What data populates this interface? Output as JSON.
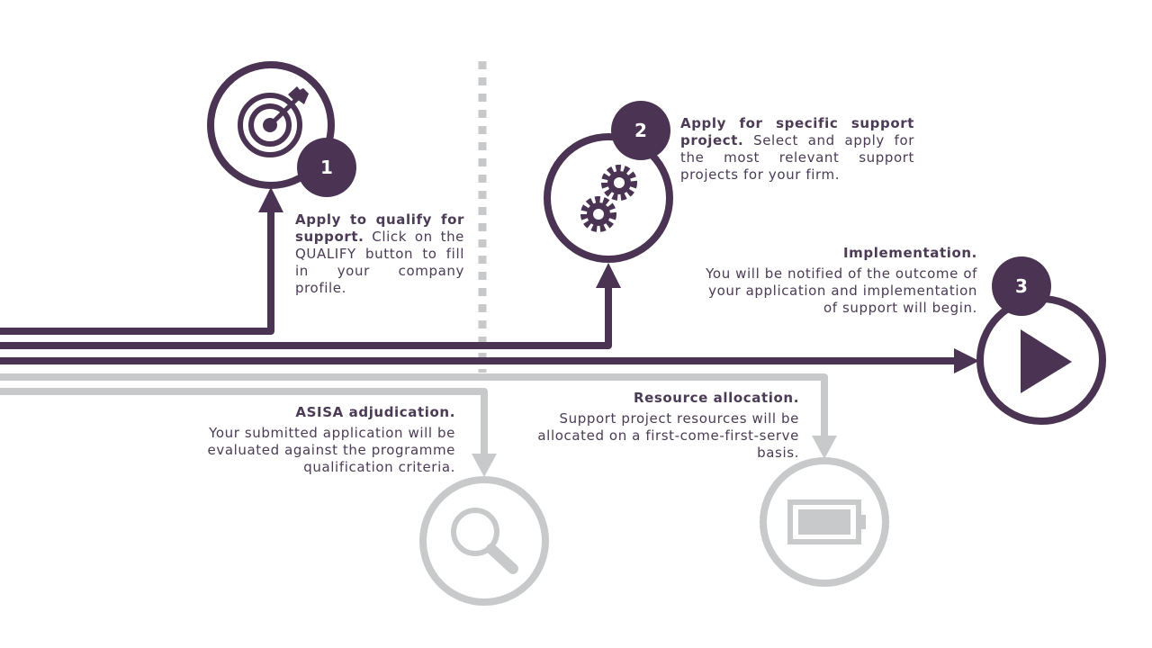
{
  "steps": [
    {
      "number": "1",
      "title": "Apply to qualify for support.",
      "body": "Click on the QUALIFY button to fill in your company profile."
    },
    {
      "number": "2",
      "title": "Apply for specific support project.",
      "body": "Select and apply for the most relevant support projects for your firm."
    },
    {
      "number": "3",
      "title": "Implementation.",
      "body": "You will be notified of the outcome of your application and implementation of support will begin."
    }
  ],
  "gray_steps": [
    {
      "title": "ASISA adjudication.",
      "body": "Your submitted application will be evaluated against the programme qualification criteria."
    },
    {
      "title": "Resource allocation.",
      "body": "Support project resources will be allocated on a first-come-first-serve basis."
    }
  ],
  "icons": {
    "step1": "target-icon",
    "step2": "gears-icon",
    "step3": "play-icon",
    "gray1": "magnifier-icon",
    "gray2": "battery-icon"
  },
  "colors": {
    "primary": "#4b3453",
    "secondary": "#c8c9cb"
  }
}
